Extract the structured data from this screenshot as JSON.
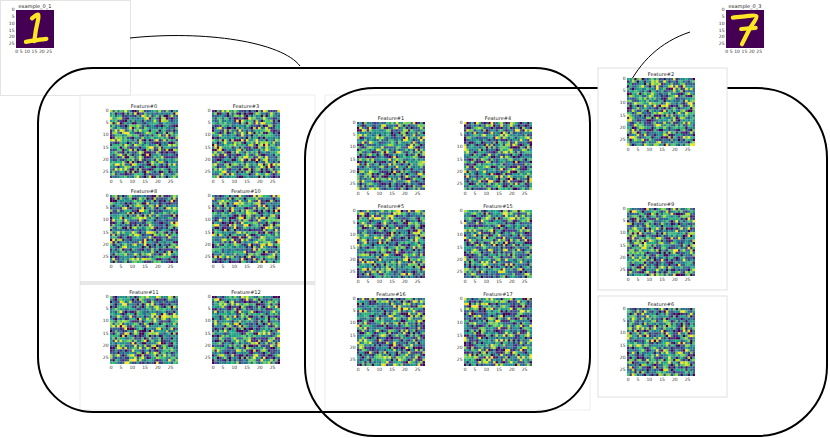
{
  "diagram": {
    "nodes": [
      {
        "text": [
          "example_0_1",
          "0 5 10 15 20 25",
          "0 5 10 15 20 25"
        ]
      },
      {
        "text": [
          "example_0_3",
          "0 5 10 15 20 25",
          "0 5 10 15 20 25"
        ]
      },
      {
        "text": [
          "Feature#0",
          "0 5 10 15 20 25",
          "0 5 10 15 20 25"
        ]
      },
      {
        "text": [
          "Feature#3",
          "0 5 10 15 20 25",
          "0 5 10 15 20 25"
        ]
      },
      {
        "text": [
          "Feature#8",
          "0 5 10 15 20 25",
          "0 5 10 15 20 25"
        ]
      },
      {
        "text": [
          "Feature#10",
          "0 5 10 15 20 25",
          "0 5 10 15 20 25"
        ]
      },
      {
        "text": [
          "Feature#11",
          "0 5 10 15 20 25",
          "0 5 10 15 20 25"
        ]
      },
      {
        "text": [
          "Feature#12",
          "0 5 10 15 20 25",
          "0 5 10 15 20 25"
        ]
      },
      {
        "text": [
          "Feature#1",
          "0 5 10 15 20 25",
          "0 5 10 15 20 25"
        ]
      },
      {
        "text": [
          "Feature#4",
          "0 5 10 15 20 25",
          "0 5 10 15 20 25"
        ]
      },
      {
        "text": [
          "Feature#5",
          "0 5 10 15 20 25",
          "0 5 10 15 20 25"
        ]
      },
      {
        "text": [
          "Feature#15",
          "0 5 10 15 20 25",
          "0 5 10 15 20 25"
        ]
      },
      {
        "text": [
          "Feature#16",
          "0 5 10 15 20 25",
          "0 5 10 15 20 25"
        ]
      },
      {
        "text": [
          "Feature#17",
          "0 5 10 15 20 25",
          "0 5 10 15 20 25"
        ]
      },
      {
        "text": [
          "Feature#2",
          "0 5 10 15 20 25",
          "0 5 10 15 20 25"
        ]
      },
      {
        "text": [
          "Feature#9",
          "0 5 10 15 20 25",
          "0 5 10 15 20 25"
        ]
      },
      {
        "text": [
          "Feature#6",
          "0 5 10 15 20 25",
          "0 5 10 15 20 25"
        ]
      }
    ]
  }
}
